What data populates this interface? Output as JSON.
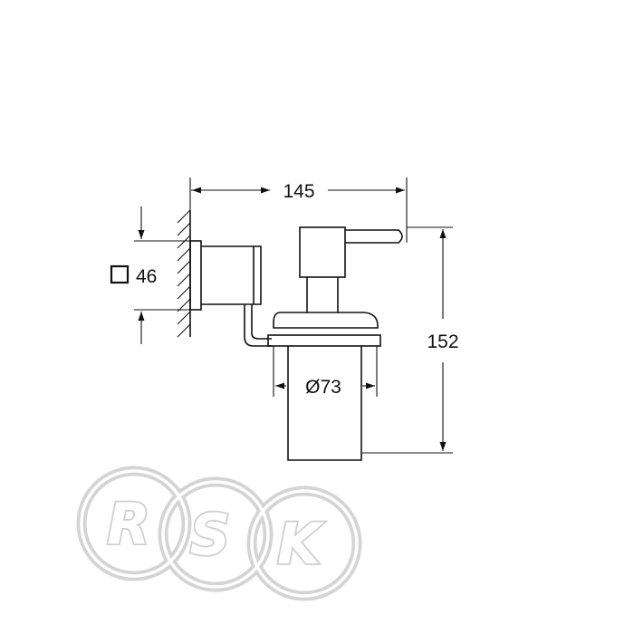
{
  "dimensions": {
    "width": "145",
    "height": "152",
    "square_side": "46",
    "diameter": "Ø73"
  },
  "watermark": {
    "letters": [
      "R",
      "S",
      "K"
    ],
    "color": "#cfcfcf"
  }
}
